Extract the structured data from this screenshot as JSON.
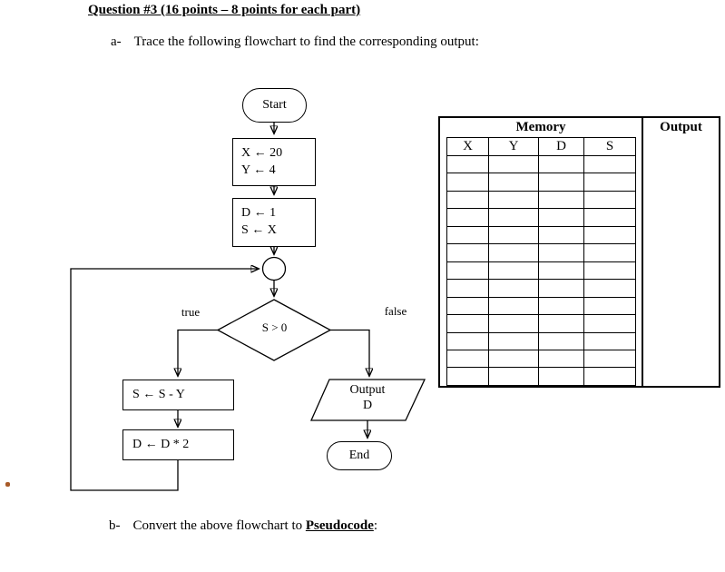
{
  "page": {
    "title": "Question #3 (16 points – 8 points for each part)",
    "part_a": {
      "prefix": "a-",
      "text": "Trace the following flowchart to find the corresponding output:"
    },
    "part_b": {
      "prefix": "b-",
      "text_before": "Convert the above flowchart to ",
      "emphasis": "Pseudocode",
      "suffix": ":"
    }
  },
  "flowchart": {
    "start_label": "Start",
    "init_box1": {
      "line1": "X ← 20",
      "line2": "Y ← 4"
    },
    "init_box2": {
      "line1": "D ← 1",
      "line2": "S ← X"
    },
    "decision": {
      "condition": "S > 0",
      "true_label": "true",
      "false_label": "false"
    },
    "true_branch": {
      "subtract_box": "S ← S - Y",
      "multiply_box": "D ← D * 2"
    },
    "false_branch": {
      "output_line1": "Output",
      "output_line2": "D",
      "end_label": "End"
    }
  },
  "memory_table": {
    "memory_header": "Memory",
    "output_header": "Output",
    "columns": [
      "X",
      "Y",
      "D",
      "S"
    ],
    "empty_rows": 13
  },
  "colors": {
    "line": "#000000",
    "background": "#ffffff",
    "bullet": "#a85a28"
  }
}
